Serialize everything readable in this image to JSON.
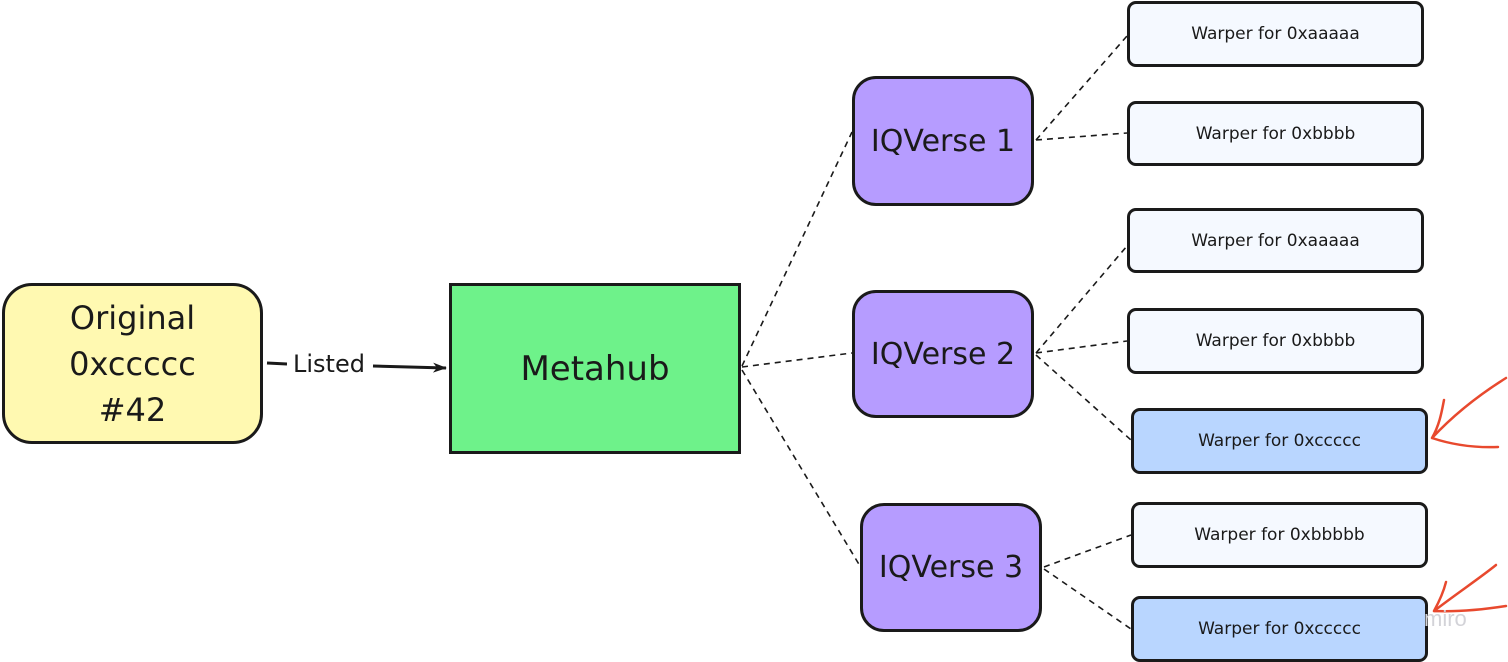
{
  "nodes": {
    "original": {
      "line1": "Original 0xccccc",
      "line2": "#42"
    },
    "metahub": "Metahub",
    "iqverse": [
      "IQVerse 1",
      "IQVerse 2",
      "IQVerse 3"
    ],
    "warpers": [
      "Warper for 0xaaaaa",
      "Warper for 0xbbbb",
      "Warper for 0xaaaaa",
      "Warper for 0xbbbb",
      "Warper for 0xccccc",
      "Warper for 0xbbbbb",
      "Warper for 0xccccc"
    ]
  },
  "edge_label": "Listed",
  "watermark": "miro",
  "colors": {
    "original_fill": "#fff9b1",
    "metahub_fill": "#6ef28a",
    "iqverse_fill": "#b69cff",
    "warper_fill": "#f5f9ff",
    "warper_highlight_fill": "#b9d6ff",
    "annotation_arrow": "#e8492e"
  }
}
